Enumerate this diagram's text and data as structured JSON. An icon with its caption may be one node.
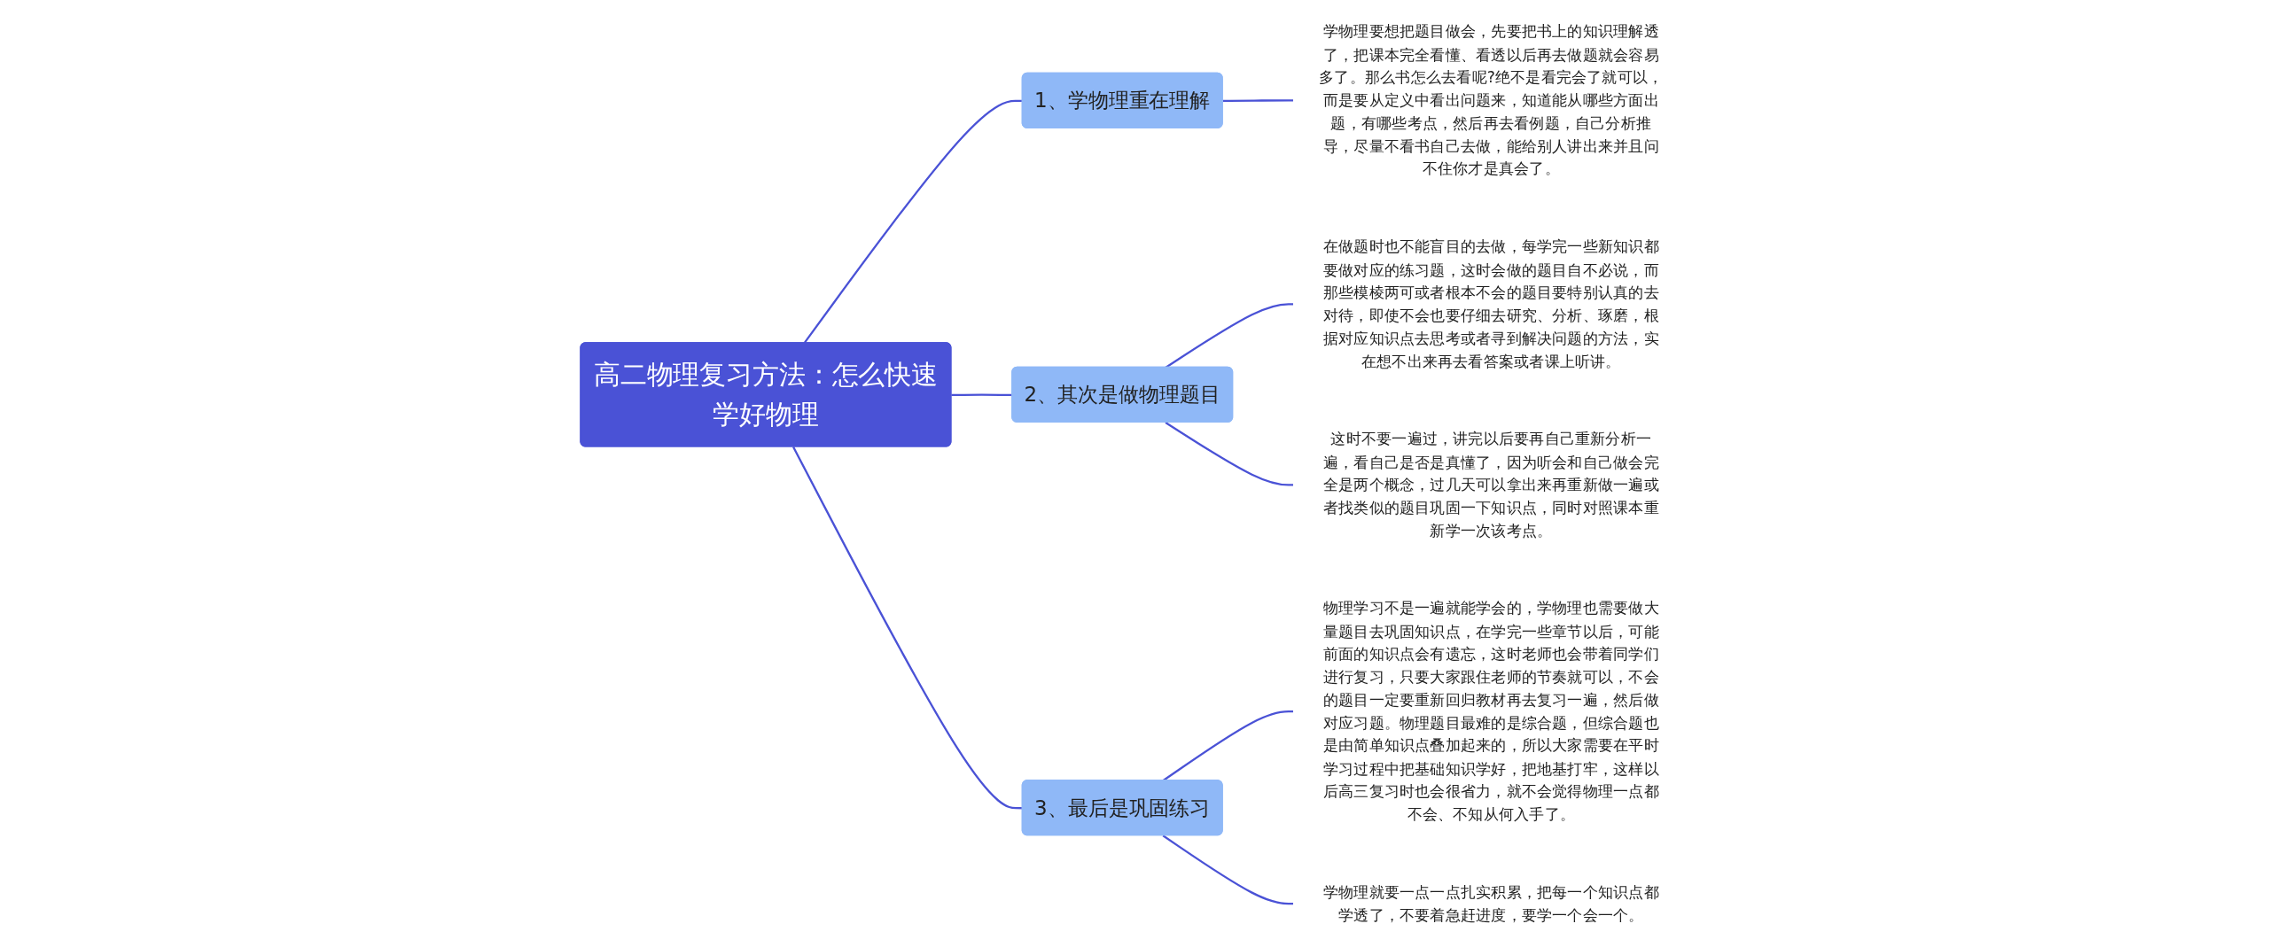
{
  "diagram": {
    "nodes": [
      {
        "text": [
          "高二物理复习方法：怎么快速学好物理"
        ]
      },
      {
        "text": [
          "1、学物理重在理解"
        ]
      },
      {
        "text": [
          "学物理要想把题目做会，先要把书上的知识理解透了，把课本完全看懂、看透以后再去做题就会容易多了。那么书怎么去看呢?绝不是看完会了就可以，而是要从定义中看出问题来，知道能从哪些方面出题，有哪些考点，然后再去看例题，自己分析推导，尽量不看书自己去做，能给别人讲出来并且问不住你才是真会了。"
        ]
      },
      {
        "text": [
          "2、其次是做物理题目"
        ]
      },
      {
        "text": [
          "在做题时也不能盲目的去做，每学完一些新知识都要做对应的练习题，这时会做的题目自不必说，而那些模棱两可或者根本不会的题目要特别认真的去对待，即使不会也要仔细去研究、分析、琢磨，根据对应知识点去思考或者寻到解决问题的方法，实在想不出来再去看答案或者课上听讲。"
        ]
      },
      {
        "text": [
          "这时不要一遍过，讲完以后要再自己重新分析一遍，看自己是否是真懂了，因为听会和自己做会完全是两个概念，过几天可以拿出来再重新做一遍或者找类似的题目巩固一下知识点，同时对照课本重新学一次该考点。"
        ]
      },
      {
        "text": [
          "3、最后是巩固练习"
        ]
      },
      {
        "text": [
          "物理学习不是一遍就能学会的，学物理也需要做大量题目去巩固知识点，在学完一些章节以后，可能前面的知识点会有遗忘，这时老师也会带着同学们进行复习，只要大家跟住老师的节奏就可以，不会的题目一定要重新回归教材再去复习一遍，然后做对应习题。物理题目最难的是综合题，但综合题也是由简单知识点叠加起来的，所以大家需要在平时学习过程中把基础知识学好，把地基打牢，这样以后高三复习时也会很省力，就不会觉得物理一点都不会、不知从何入手了。"
        ]
      },
      {
        "text": [
          "学物理就要一点一点扎实积累，把每一个知识点都学透了，不要着急赶进度，要学一个会一个。"
        ]
      }
    ],
    "edges": [
      {
        "from": 0,
        "to": 1,
        "arrow": "none"
      },
      {
        "from": 1,
        "to": 2,
        "arrow": "none"
      },
      {
        "from": 0,
        "to": 3,
        "arrow": "none"
      },
      {
        "from": 3,
        "to": 4,
        "arrow": "none"
      },
      {
        "from": 3,
        "to": 5,
        "arrow": "none"
      },
      {
        "from": 0,
        "to": 6,
        "arrow": "none"
      },
      {
        "from": 6,
        "to": 7,
        "arrow": "none"
      },
      {
        "from": 6,
        "to": 8,
        "arrow": "none"
      }
    ]
  }
}
